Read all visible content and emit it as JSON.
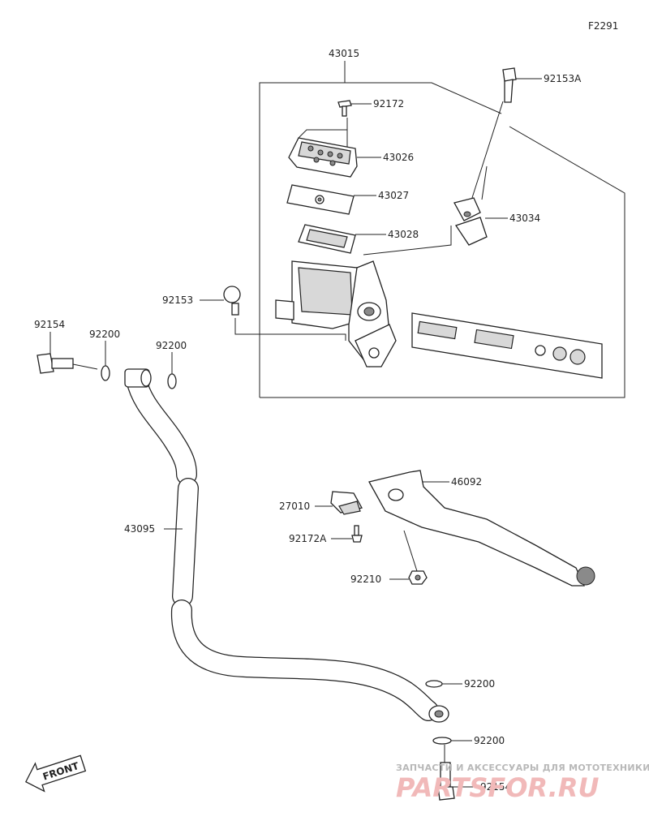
{
  "figure_code": "F2291",
  "parts": {
    "assembly": "43015",
    "reservoir_cap_screw": "92172",
    "cap": "43026",
    "plate": "43027",
    "diaphragm": "43028",
    "holder_bolt": "92153A",
    "holder": "43034",
    "bolt_left": "92153",
    "banjo_bolt_top": "92154",
    "washer_top_left": "92200",
    "washer_top_right": "92200",
    "hose": "43095",
    "lever": "46092",
    "switch": "27010",
    "switch_screw": "92172A",
    "lever_nut": "92210",
    "washer_bottom_1": "92200",
    "washer_bottom_2": "92200",
    "banjo_bolt_bottom": "92154"
  },
  "front_label": "FRONT",
  "watermark": {
    "line1": "ЗАПЧАСТИ И АКСЕССУАРЫ ДЛЯ МОТОТЕХНИКИ",
    "line2": "PARTSFOR.RU"
  }
}
